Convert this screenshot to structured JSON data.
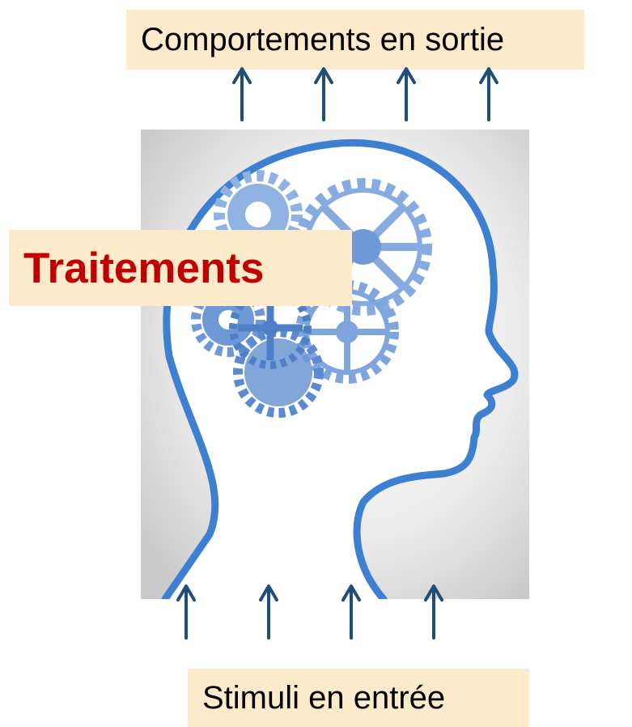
{
  "diagram": {
    "output_label": "Comportements en sortie",
    "process_label": "Traitements",
    "input_label": "Stimuli en entrée",
    "colors": {
      "label_background": "#fdeacb",
      "process_text": "#c00000",
      "arrow": "#1f4e79",
      "head_outline": "#3d7fd1",
      "gears": "#7ea6dc"
    },
    "image": {
      "icon": "head-with-gears-icon"
    }
  }
}
